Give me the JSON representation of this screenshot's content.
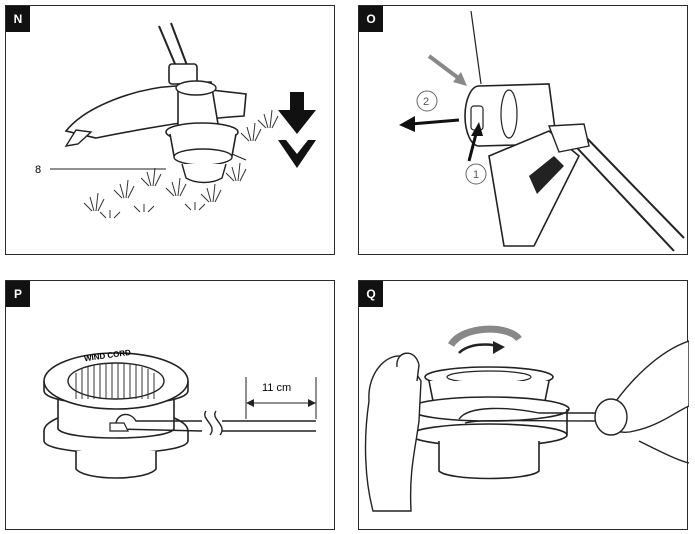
{
  "panels": [
    {
      "letter": "N"
    },
    {
      "letter": "O"
    },
    {
      "letter": "P"
    },
    {
      "letter": "Q"
    }
  ],
  "callouts": {
    "panel_n_part_number": "8",
    "panel_o_step_1": "1",
    "panel_o_step_2": "2",
    "panel_p_spool_label": "WIND CORD",
    "panel_p_measurement": "11 cm"
  },
  "icons": {
    "push_down": "double-down-arrow-icon",
    "pull_off": "left-arrow-icon",
    "rotate": "curved-rotate-arrow-icon"
  }
}
